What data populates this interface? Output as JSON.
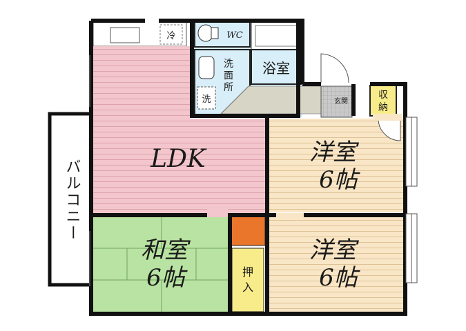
{
  "rooms": {
    "ldk": {
      "label": "LDK"
    },
    "western_room_1": {
      "label_line1": "洋室",
      "label_line2": "6帖"
    },
    "western_room_2": {
      "label_line1": "洋室",
      "label_line2": "6帖"
    },
    "japanese_room": {
      "label_line1": "和室",
      "label_line2": "6帖"
    },
    "bathroom": {
      "label": "浴室"
    },
    "washroom": {
      "label_line1": "洗",
      "label_line2": "面",
      "label_line3": "所"
    },
    "toilet": {
      "label": "WC"
    },
    "entrance": {
      "label": "玄関"
    },
    "storage": {
      "label_line1": "収",
      "label_line2": "納"
    },
    "closet": {
      "label_line1": "押",
      "label_line2": "入"
    },
    "balcony": {
      "label": "バルコニー"
    },
    "fridge": {
      "label": "冷"
    },
    "washer": {
      "label": "洗"
    }
  },
  "colors": {
    "ldk": "#f2c6cc",
    "western": "#f8e6c6",
    "japanese": "#b9e3a2",
    "wet_area": "#d8eef8",
    "entrance": "#c9c9c9",
    "storage": "#f8ec8a",
    "orange_block": "#e9762b",
    "wall": "#111111"
  }
}
